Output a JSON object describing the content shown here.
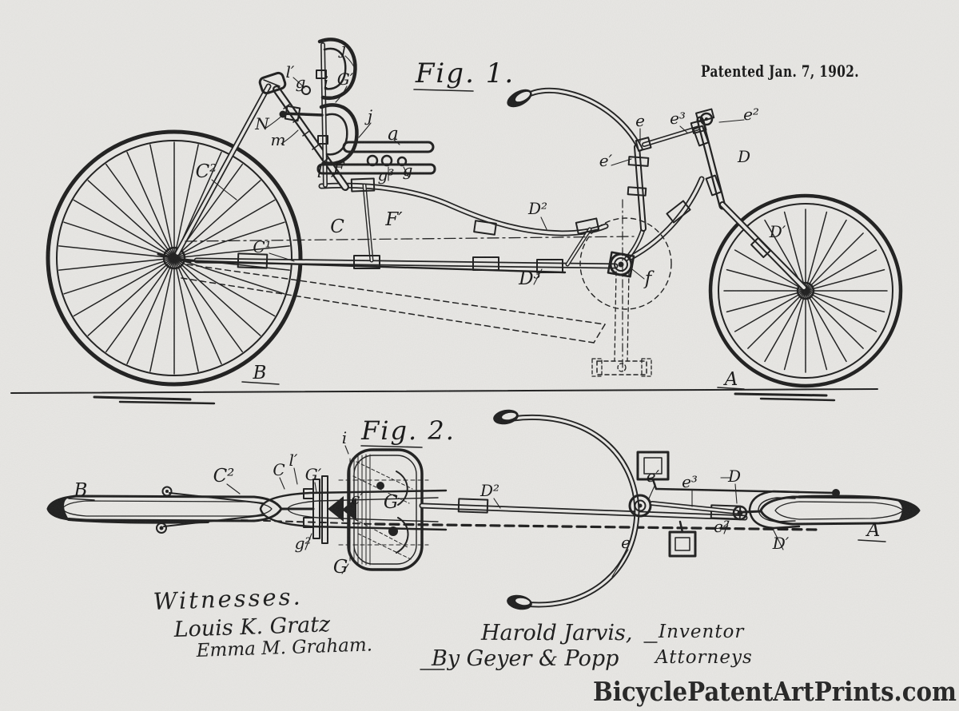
{
  "page": {
    "watermark": "BicyclePatentArtPrints.com",
    "paper_color": "#e9e8e5",
    "ink_color": "#1d1d1d"
  },
  "header": {
    "patent_date": "Patented Jan. 7, 1902."
  },
  "fig1": {
    "title": "Fig. 1.",
    "labels": [
      "j",
      "l′",
      "g",
      "i",
      "G′",
      "j",
      "N",
      "m",
      "a",
      "l",
      "F",
      "g³",
      "g",
      "C²",
      "C",
      "F′",
      "C¹",
      "D²",
      "D³",
      "B",
      "A",
      "e",
      "e′",
      "e³",
      "e²",
      "D",
      "D′",
      "f"
    ]
  },
  "fig2": {
    "title": "Fig. 2.",
    "labels": [
      "B",
      "C²",
      "C",
      "l′",
      "G′",
      "i",
      "c′",
      "G",
      "g²",
      "G",
      "D²",
      "e′",
      "e³",
      "D",
      "e",
      "e²",
      "D′",
      "A"
    ]
  },
  "signatures": {
    "witnesses_heading": "Witnesses.",
    "witness_1": "Louis K. Gratz",
    "witness_2": "Emma M. Graham.",
    "inventor_name": "Harold Jarvis,",
    "inventor_title": "Inventor",
    "attorneys_by": "By Geyer & Popp",
    "attorneys_title": "Attorneys"
  }
}
